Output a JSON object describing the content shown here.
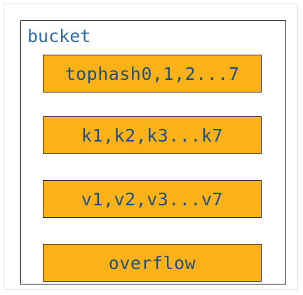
{
  "diagram": {
    "container_label": "bucket",
    "fields": [
      {
        "label": "tophash0,1,2...7"
      },
      {
        "label": "k1,k2,k3...k7"
      },
      {
        "label": "v1,v2,v3...v7"
      },
      {
        "label": "overflow"
      }
    ]
  },
  "colors": {
    "field_fill": "#fbb118",
    "field_text": "#1f4f7a",
    "label_text": "#2e6da4",
    "border": "#222222"
  }
}
